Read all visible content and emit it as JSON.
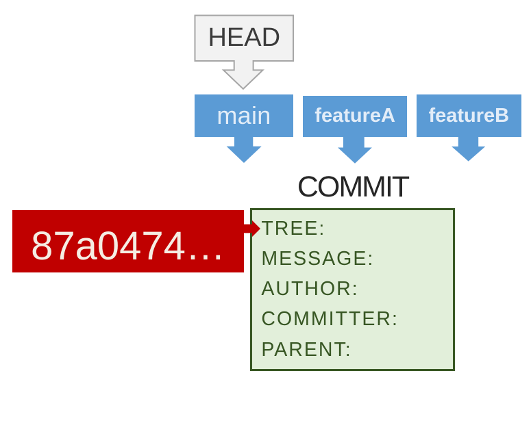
{
  "colors": {
    "background": "#ffffff",
    "blue": "#5b9bd5",
    "blue-text": "#e3edf8",
    "gray-fill": "#f2f2f2",
    "gray-border": "#a6a6a6",
    "head-text": "#3b3b3b",
    "commit-title": "#262626",
    "green-fill": "#e2efda",
    "green-border": "#385723",
    "green-text": "#375623",
    "red": "#c00000",
    "red-text": "#f5ede3"
  },
  "head": {
    "label": "HEAD"
  },
  "branches": [
    {
      "id": "main",
      "label": "main"
    },
    {
      "id": "featureA",
      "label": "featureA"
    },
    {
      "id": "featureB",
      "label": "featureB"
    }
  ],
  "commit": {
    "title": "COMMIT",
    "fields": [
      "TREE:",
      "MESSAGE:",
      "AUTHOR:",
      "COMMITTER:",
      "PARENT:"
    ]
  },
  "hash": {
    "label": "87a0474…"
  }
}
